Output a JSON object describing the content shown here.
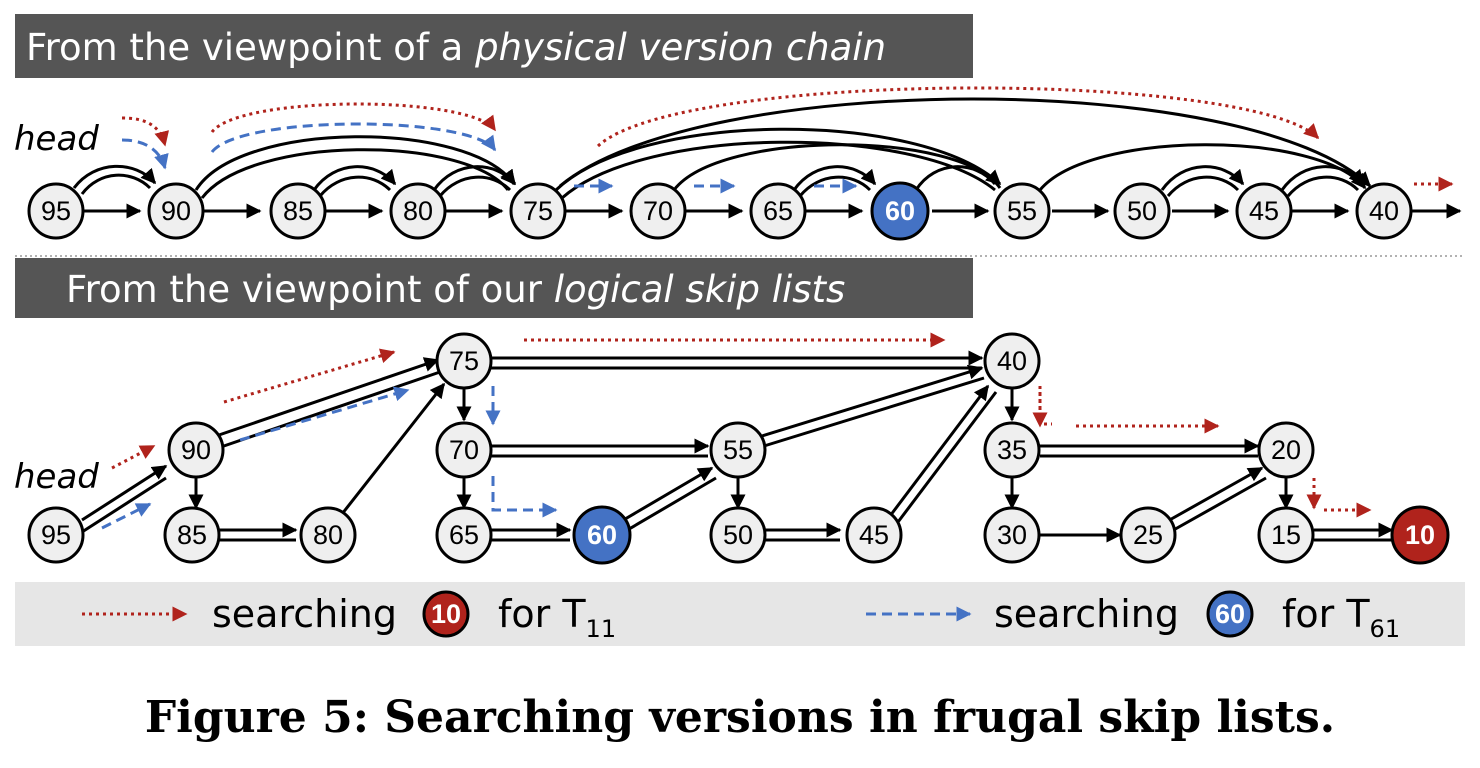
{
  "colors": {
    "red": "#b0231c",
    "blue": "#4472c4",
    "banner": "#555555",
    "legend_bg": "#e6e6e6",
    "node_fill": "#efefef"
  },
  "top_panel": {
    "title_prefix": "From the viewpoint of a ",
    "title_em": "physical version chain",
    "head_label": "head",
    "nodes": [
      "95",
      "90",
      "85",
      "80",
      "75",
      "70",
      "65",
      "60",
      "55",
      "50",
      "45",
      "40"
    ]
  },
  "bottom_panel": {
    "title_prefix": "From the viewpoint of our ",
    "title_em": "logical skip lists",
    "head_label": "head",
    "nodes": [
      "75",
      "40",
      "90",
      "70",
      "55",
      "35",
      "20",
      "95",
      "85",
      "80",
      "65",
      "60",
      "50",
      "45",
      "30",
      "25",
      "15",
      "10"
    ]
  },
  "legend": {
    "red_text": "searching",
    "red_badge": "10",
    "red_for": "for T",
    "red_sub": "11",
    "blue_text": "searching",
    "blue_badge": "60",
    "blue_for": "for T",
    "blue_sub": "61"
  },
  "caption": "Figure 5: Searching versions in frugal skip lists."
}
